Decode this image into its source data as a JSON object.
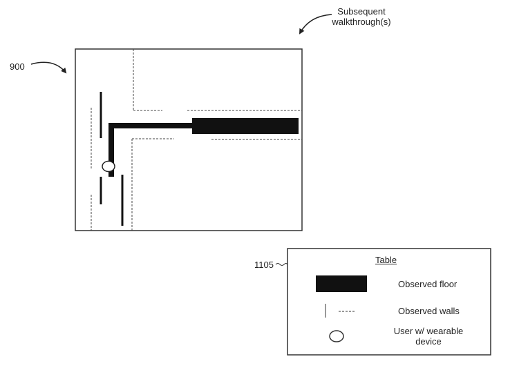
{
  "caption": {
    "line1": "Subsequent",
    "line2": "walkthrough(s)"
  },
  "figure_label": "900",
  "legend": {
    "ref_label": "1105",
    "title": "Table",
    "items": [
      {
        "text": "Observed floor",
        "icon": "floor-swatch-icon"
      },
      {
        "text": "Observed walls",
        "icon": "wall-lines-icon"
      },
      {
        "text_line1": "User w/ wearable",
        "text_line2": "device",
        "icon": "user-circle-icon"
      }
    ]
  },
  "colors": {
    "ink": "#222222",
    "floor": "#111111",
    "background": "#ffffff"
  }
}
